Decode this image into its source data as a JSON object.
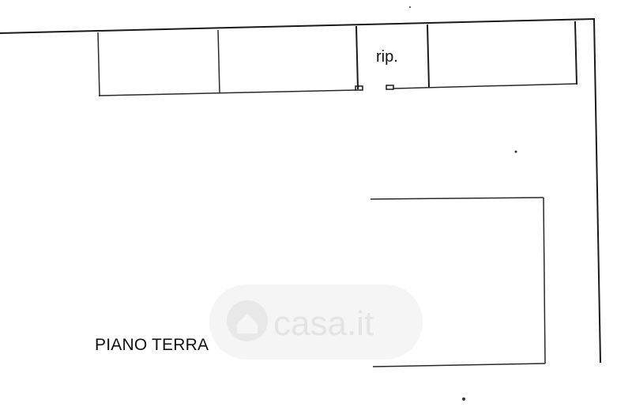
{
  "plan": {
    "room_label": "rip.",
    "floor_label": "PIANO TERRA"
  },
  "watermark": {
    "text": "casa.it",
    "color": "#e4e4e4"
  },
  "colors": {
    "line": "#1a1a1a",
    "background": "#ffffff"
  }
}
